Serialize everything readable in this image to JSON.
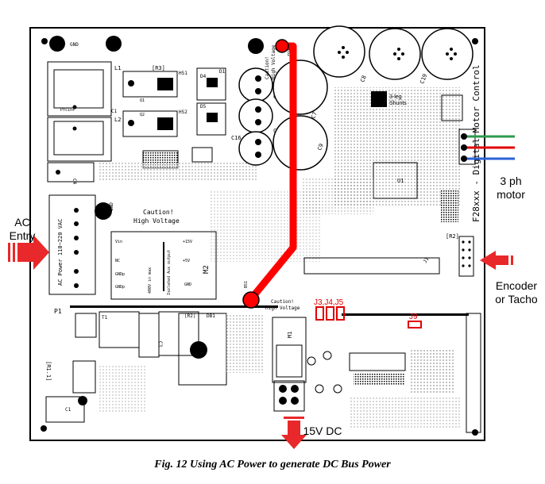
{
  "figure": {
    "caption": "Fig. 12 Using AC Power to generate DC Bus Power"
  },
  "external_labels": {
    "ac_entry_line1": "AC",
    "ac_entry_line2": "Entry",
    "motor_line1": "3 ph",
    "motor_line2": "motor",
    "encoder_line1": "Encoder",
    "encoder_line2": "or Tacho",
    "dc_input": "15V DC"
  },
  "board": {
    "title": "F28xxx - Digital Motor Control",
    "caution_1": "Caution!",
    "caution_1b": "High Voltage",
    "caution_2": "Caution!",
    "caution_2b": "High Voltage",
    "caution_3": "Caution!",
    "caution_3b": "High Voltage",
    "shunts": "3-leg",
    "shunts_b": "Shunts",
    "ac_power": "AC Power 110~220 VAC",
    "aux_output": "Isolated Aux output",
    "aux_max": "400V in max",
    "m2": "M2",
    "m1": "M1",
    "gnd_1": "GND",
    "gnd_2": "GND",
    "r1": "[R1.1]",
    "r2": "[R2]",
    "r3": "[R3]",
    "r2b": "[R2]",
    "p1": "P1",
    "t1": "T1",
    "db1": "DB1",
    "l1": "L1",
    "l2": "L2",
    "c1": "C1",
    "c2": "C1",
    "c3": "C3",
    "c4": "C4",
    "c5": "C5",
    "c6": "C6",
    "c7": "C7",
    "c8": "C8",
    "c9": "C9",
    "c16": "C16",
    "c19": "C19",
    "hs1": "HS1",
    "hs2": "HS2",
    "q1": "Q1",
    "q2": "Q2",
    "d4": "D4",
    "d5": "D5",
    "d1": "D1",
    "u1": "U1",
    "j1": "J1",
    "vin": "Vin",
    "nc": "NC",
    "gndp1": "GNDp",
    "gndp2": "GNDp",
    "p15v": "+15V",
    "p5v": "+5V",
    "gnda": "GND",
    "pfcin": "Pfcin+",
    "tp_bs1": "BS1",
    "tp_bs2": "BS2"
  },
  "highlights": {
    "jumpers": "J3,J4,J5",
    "j9": "J9"
  },
  "colors": {
    "dc_bus_path": "#ff0000",
    "arrow": "#e8282a",
    "motor_phase_1": "#2e9a4e",
    "motor_phase_2": "#e00000",
    "motor_phase_3": "#2a62d8",
    "jumper_highlight": "#e00000"
  }
}
